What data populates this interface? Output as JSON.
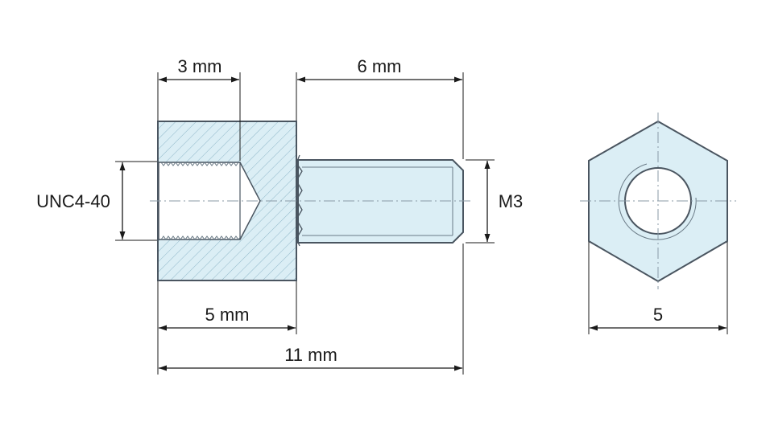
{
  "labels": {
    "dim_3": "3 mm",
    "dim_6": "6 mm",
    "dim_5": "5 mm",
    "dim_11": "11 mm",
    "dim_hex": "5",
    "thread_internal": "UNC4-40",
    "thread_external": "M3"
  },
  "colors": {
    "part_fill": "#dbeef5",
    "outline": "#4a5560",
    "hatch": "#8fb7c9",
    "dimension": "#1a1a1a"
  }
}
